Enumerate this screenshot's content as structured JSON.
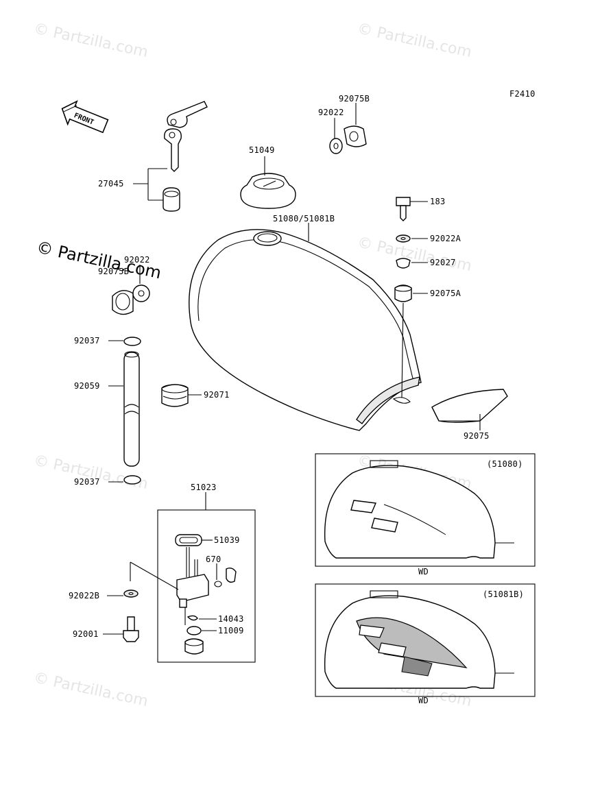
{
  "figure_code": "F2410",
  "front_label": "FRONT",
  "watermark_text": "© Partzilla.com",
  "parts": {
    "p27045": "27045",
    "p51049": "51049",
    "p92022_top": "92022",
    "p92075B_top": "92075B",
    "p183": "183",
    "p51080_51081B": "51080/51081B",
    "p92022A": "92022A",
    "p92027": "92027",
    "p92075A": "92075A",
    "p92022_left": "92022",
    "p92075B_left": "92075B",
    "p92037_top": "92037",
    "p92059": "92059",
    "p92071": "92071",
    "p92075": "92075",
    "p92037_bottom": "92037",
    "p51023": "51023",
    "p51039": "51039",
    "p670": "670",
    "p92022B": "92022B",
    "p14043": "14043",
    "p11009": "11009",
    "p92001": "92001"
  },
  "insets": [
    {
      "tag": "(51080)",
      "caption": "WD"
    },
    {
      "tag": "(51081B)",
      "caption": "WD"
    }
  ]
}
